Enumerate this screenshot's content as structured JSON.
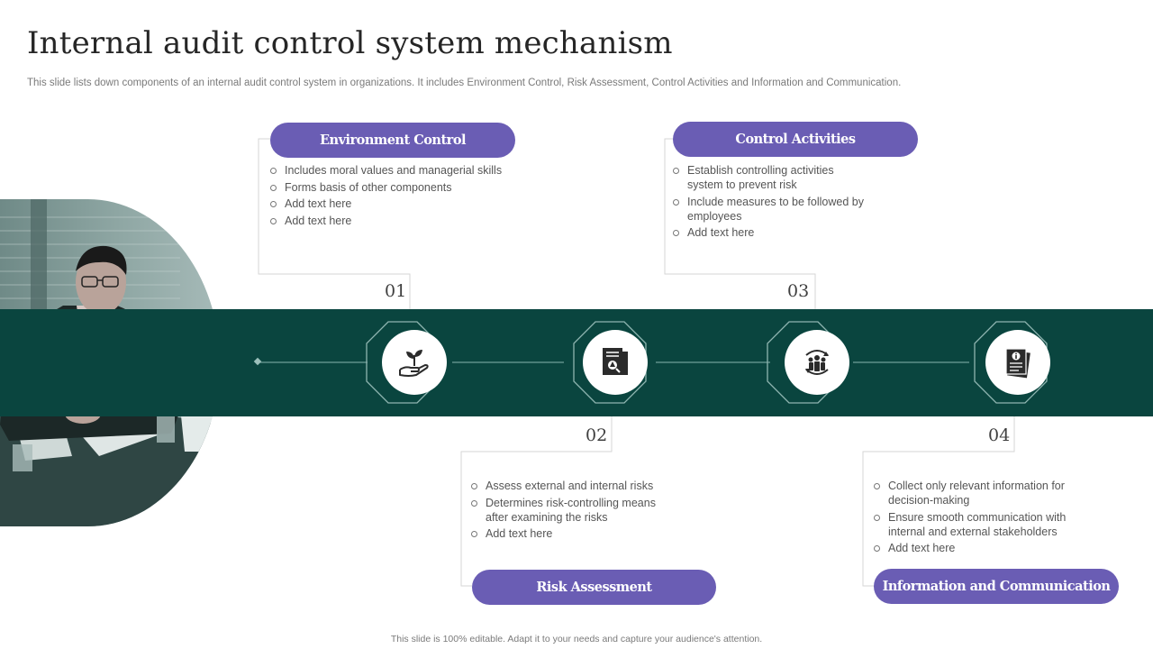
{
  "page": {
    "title": "Internal audit control system mechanism",
    "subtitle": "This slide lists down components of an internal audit control system in organizations. It includes Environment Control, Risk Assessment, Control Activities and Information and Communication.",
    "footer": "This slide is 100% editable.  Adapt it to your needs and capture your audience's attention."
  },
  "colors": {
    "accent": "#6a5db4",
    "band": "#0a453f",
    "text": "#555555",
    "title": "#262626"
  },
  "steps": [
    {
      "number": "01",
      "title": "Environment Control",
      "icon": "plant-in-hand-icon",
      "bullets": [
        "Includes moral values and managerial skills",
        "Forms basis of other components",
        "Add text here",
        "Add text here"
      ]
    },
    {
      "number": "02",
      "title": "Risk Assessment",
      "icon": "document-search-icon",
      "bullets": [
        "Assess external and internal risks",
        "Determines risk-controlling means after examining the risks",
        "Add text here"
      ]
    },
    {
      "number": "03",
      "title": "Control Activities",
      "icon": "team-cycle-icon",
      "bullets": [
        "Establish controlling activities system to prevent  risk",
        "Include measures to be followed by employees",
        "Add text here"
      ]
    },
    {
      "number": "04",
      "title": "Information and Communication",
      "icon": "info-document-icon",
      "bullets": [
        "Collect only relevant  information for decision-making",
        "Ensure  smooth communication with internal and external stakeholders",
        "Add text here"
      ]
    }
  ]
}
